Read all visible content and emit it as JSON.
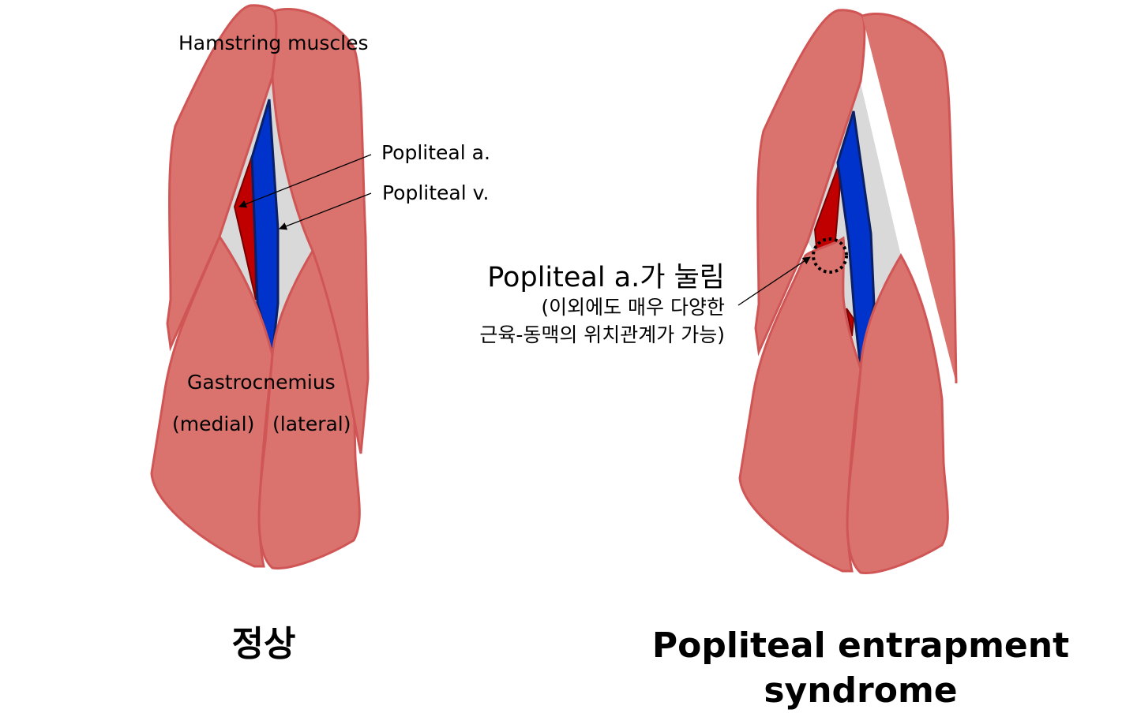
{
  "labels": {
    "hamstring": "Hamstring muscles",
    "popliteal_a": "Popliteal a.",
    "popliteal_v": "Popliteal v.",
    "gastrocnemius": "Gastrocnemius",
    "medial": "(medial)",
    "lateral": "(lateral)",
    "compressed": "Popliteal a.가 눌림",
    "note_line1": "(이외에도 매우 다양한",
    "note_line2": "근육-동맥의 위치관계가 가능)"
  },
  "titles": {
    "normal": "정상",
    "entrapment_line1": "Popliteal entrapment",
    "entrapment_line2": "syndrome"
  },
  "colors": {
    "muscle": "#DA736E",
    "artery": "#C00000",
    "vein": "#0033CC",
    "fat": "#D9D9D9"
  }
}
